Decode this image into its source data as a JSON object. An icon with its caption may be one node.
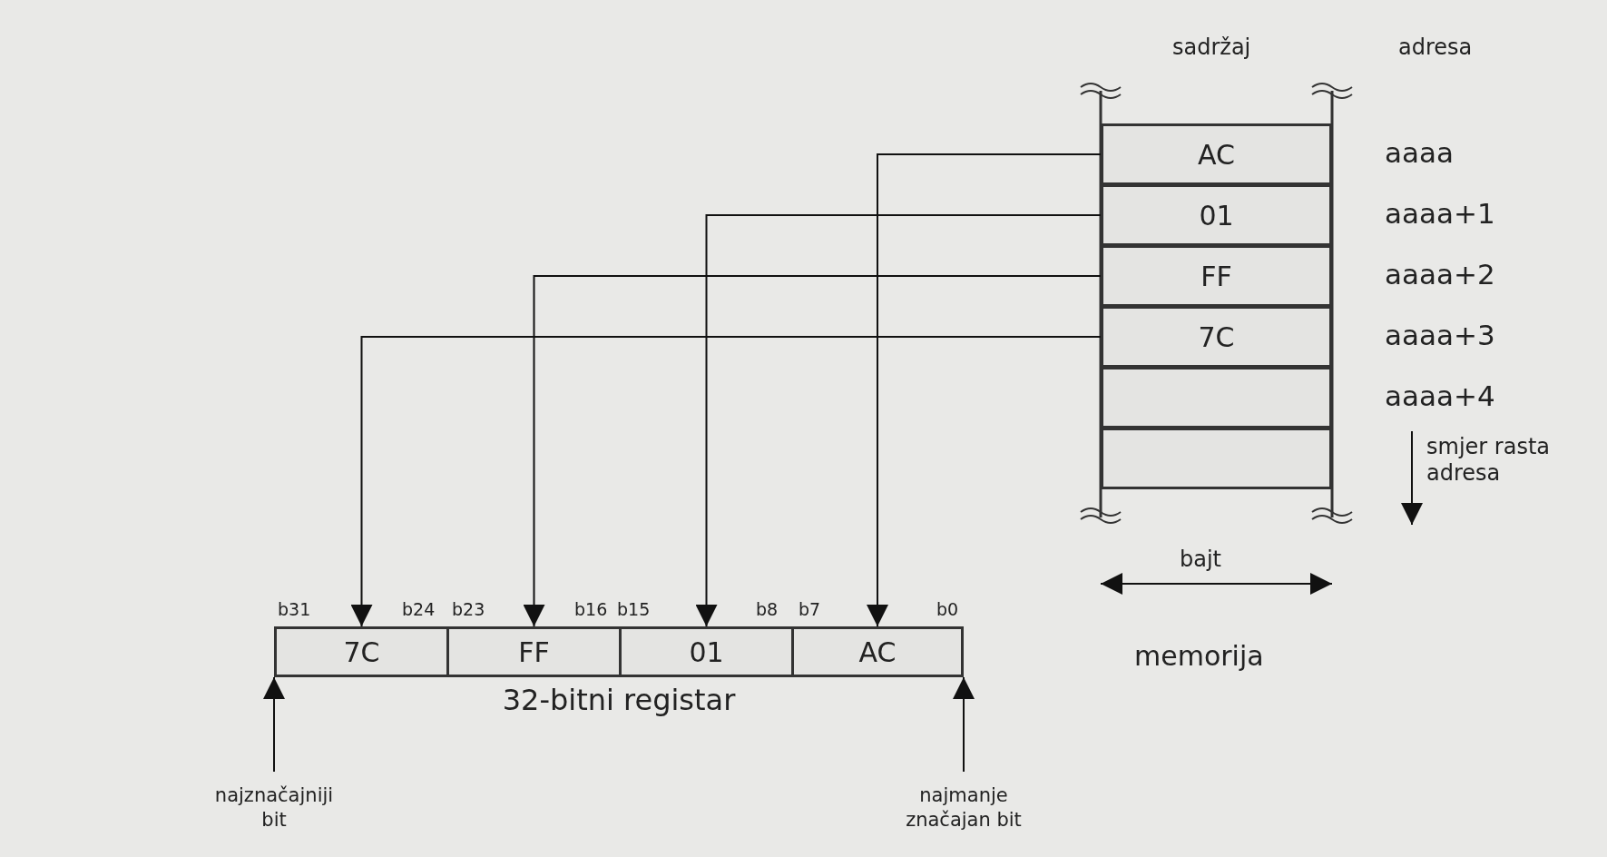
{
  "diagram": {
    "nodes": [
      {
        "text": [
          "AC"
        ],
        "beside": [
          "aaaa"
        ]
      },
      {
        "text": [
          "01"
        ],
        "beside": [
          "aaaa+1"
        ]
      },
      {
        "text": [
          "FF"
        ],
        "beside": [
          "aaaa+2"
        ]
      },
      {
        "text": [
          "7C"
        ],
        "beside": [
          "aaaa+3"
        ]
      },
      {
        "text": [],
        "shape": "box",
        "beside": [
          "aaaa+4"
        ]
      },
      {
        "text": [],
        "shape": "box"
      },
      {
        "text": [
          "32-bitni registar"
        ]
      },
      {
        "text": [
          "7C"
        ],
        "in": 6
      },
      {
        "text": [
          "FF"
        ],
        "in": 6
      },
      {
        "text": [
          "01"
        ],
        "in": 6
      },
      {
        "text": [
          "AC"
        ],
        "in": 6
      },
      {
        "text": [
          "najznačajniji bit"
        ]
      },
      {
        "text": [
          "najmanje značajan bit"
        ]
      }
    ],
    "edges": [
      {
        "from": 0,
        "to": 10,
        "arrow": "to"
      },
      {
        "from": 1,
        "to": 9,
        "arrow": "to"
      },
      {
        "from": 2,
        "to": 8,
        "arrow": "to"
      },
      {
        "from": 3,
        "to": 7,
        "arrow": "to"
      },
      {
        "from": 11,
        "to": 6,
        "arrow": "to"
      },
      {
        "from": 12,
        "to": 6,
        "arrow": "to"
      }
    ],
    "labels": [
      "sadržaj",
      "adresa",
      "b31",
      "b24",
      "b23",
      "b16",
      "b15",
      "b8",
      "b7",
      "b0",
      "smjer rasta adresa",
      "bajt",
      "memorija"
    ]
  }
}
